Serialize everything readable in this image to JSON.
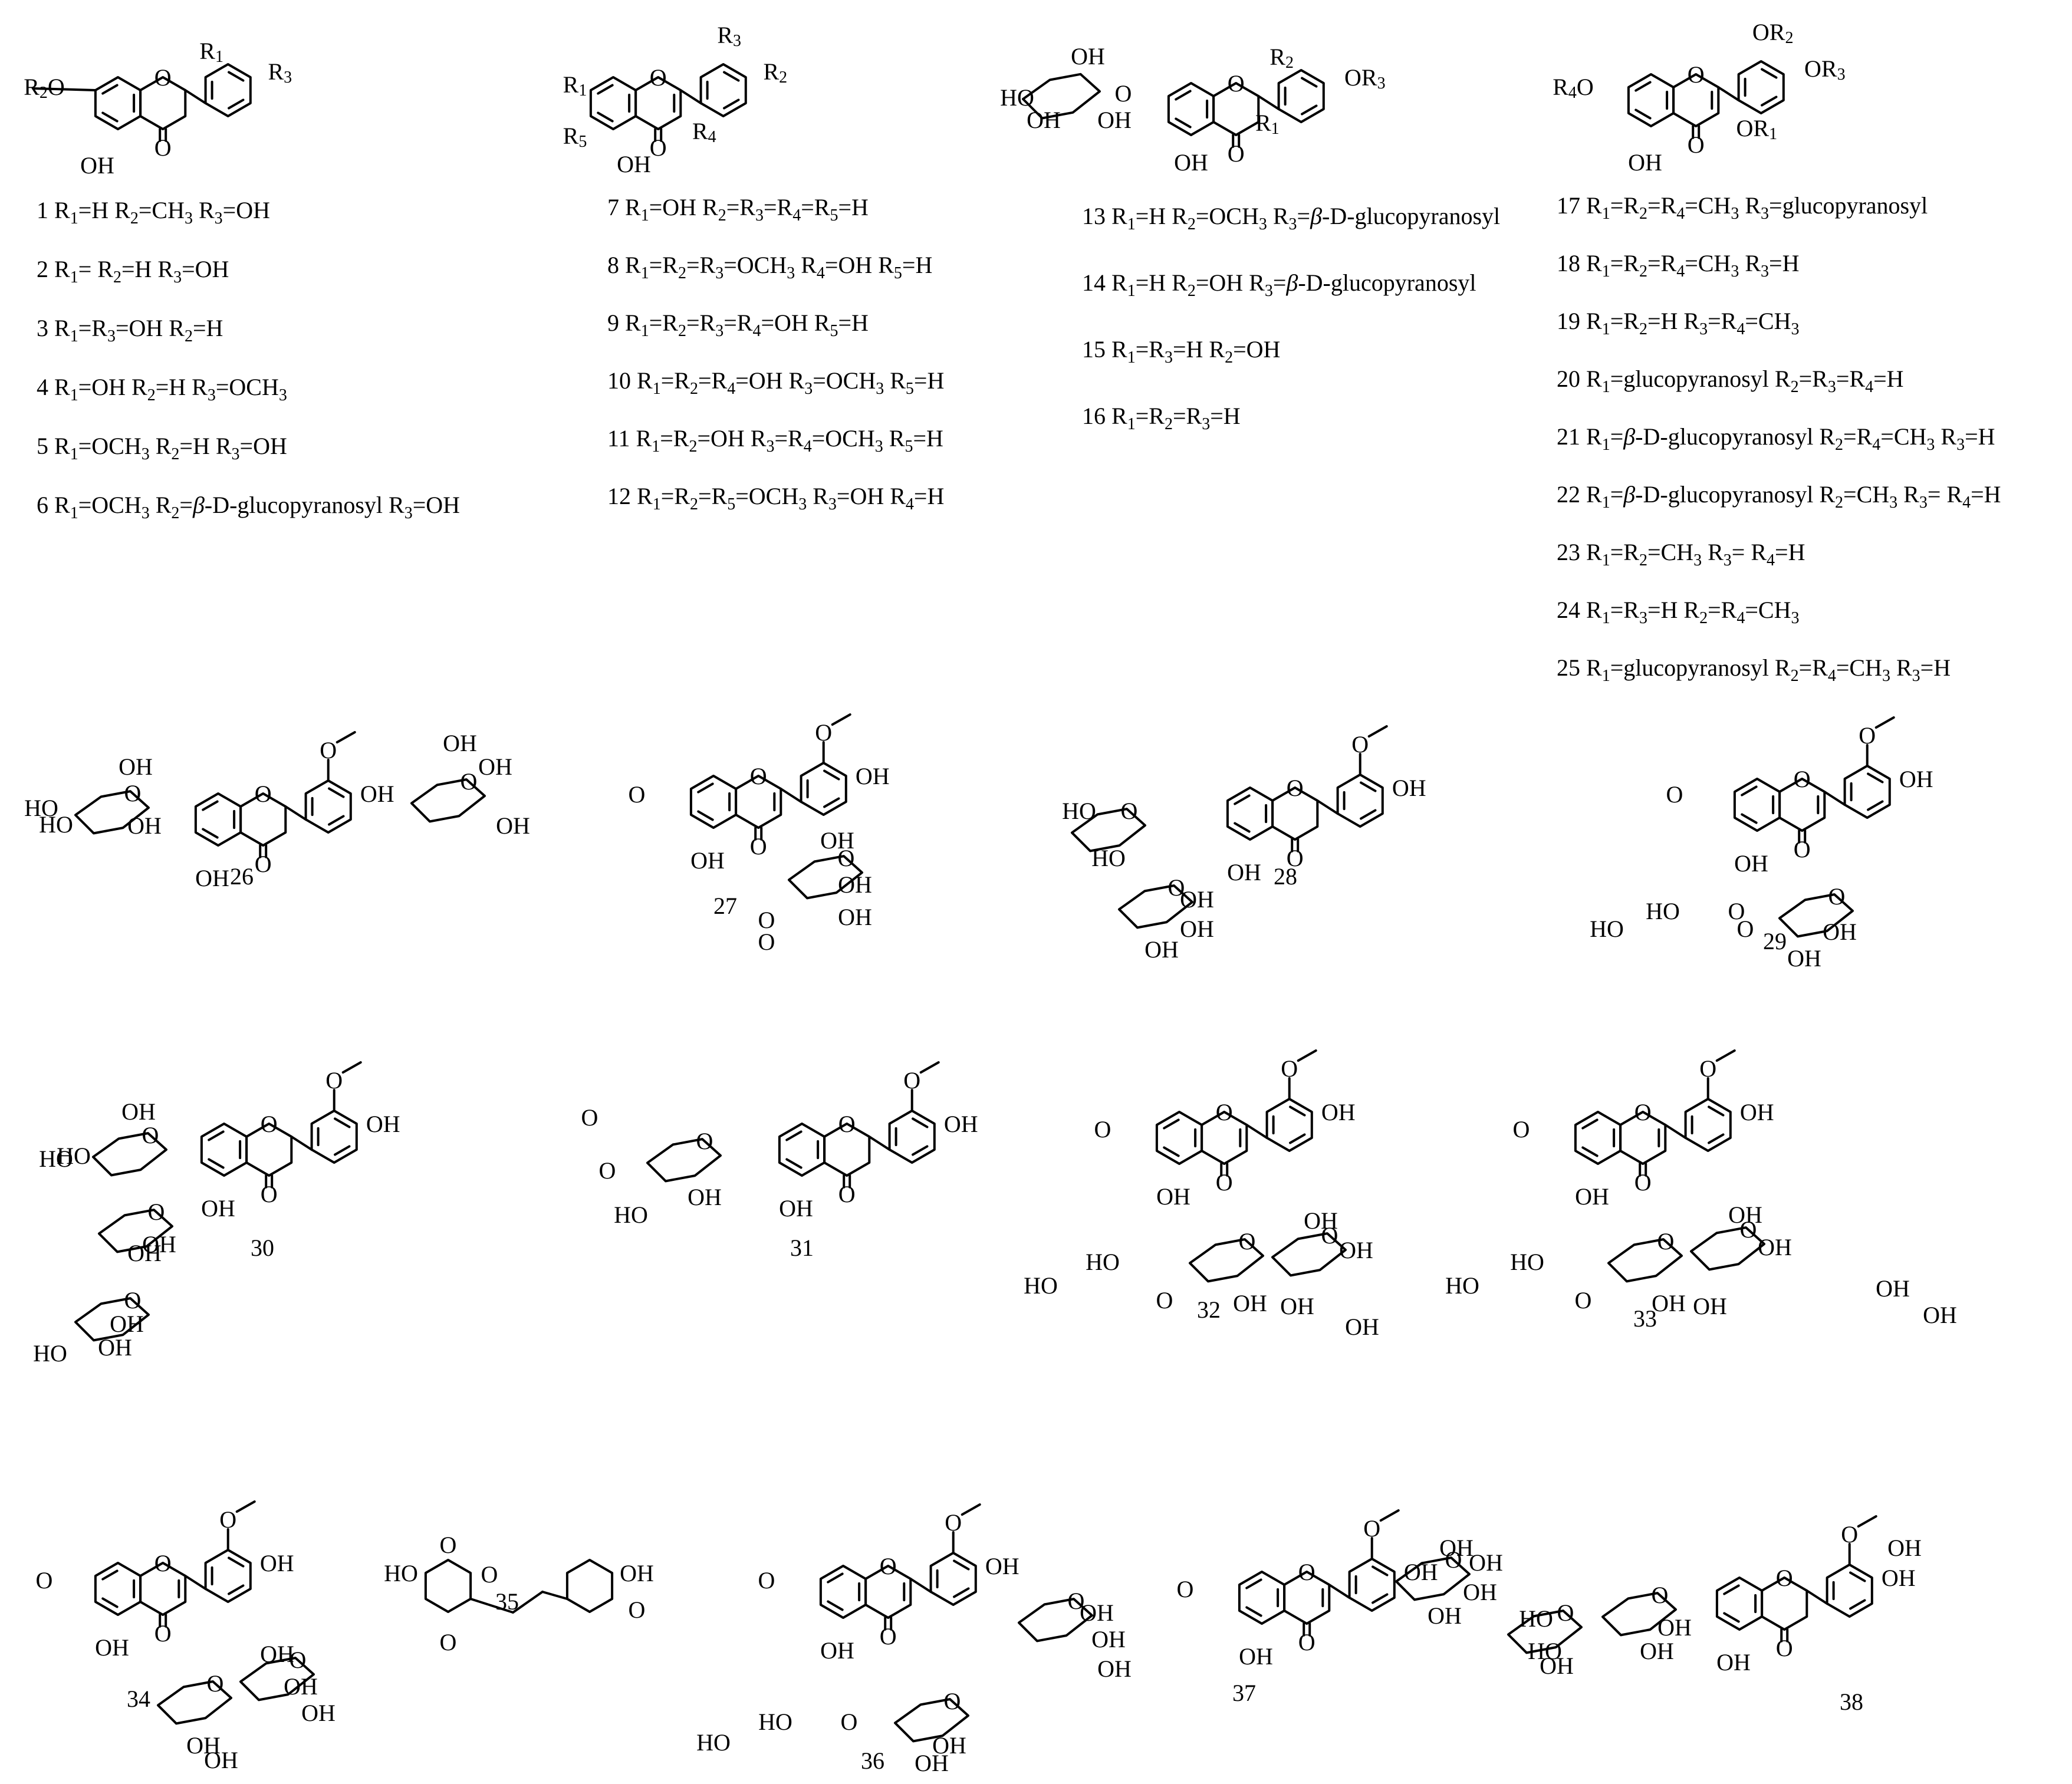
{
  "figure": {
    "scaffolds": [
      {
        "id": "scaffold-a",
        "atoms": {
          "r1": "R1",
          "r3": "R3",
          "r2o": "R2O",
          "o_ring": "O",
          "oh": "OH",
          "o_keto": "O"
        },
        "entries": [
          {
            "number": "1",
            "text": "R1=H  R2=CH3  R3=OH"
          },
          {
            "number": "2",
            "text": "R1= R2=H  R3=OH"
          },
          {
            "number": "3",
            "text": "R1=R3=OH  R2=H"
          },
          {
            "number": "4",
            "text": "R1=OH  R2=H  R3=OCH3"
          },
          {
            "number": "5",
            "text": "R1=OCH3 R2=H  R3=OH"
          },
          {
            "number": "6",
            "text": "R1=OCH3  R2=β-D-glucopyranosyl  R3=OH"
          }
        ]
      },
      {
        "id": "scaffold-b",
        "atoms": {
          "r1": "R1",
          "r2": "R2",
          "r3": "R3",
          "r4": "R4",
          "r5": "R5",
          "o_ring": "O",
          "oh": "OH",
          "o_keto": "O"
        },
        "entries": [
          {
            "number": "7",
            "text": "R1=OH  R2=R3=R4=R5=H"
          },
          {
            "number": "8",
            "text": "R1=R2=R3=OCH3 R4=OH  R5=H"
          },
          {
            "number": "9",
            "text": "R1=R2=R3=R4=OH  R5=H"
          },
          {
            "number": "10",
            "text": "R1=R2=R4=OH  R3=OCH3  R5=H"
          },
          {
            "number": "11",
            "text": "R1=R2=OH   R3=R4=OCH3  R5=H"
          },
          {
            "number": "12",
            "text": "R1=R2=R5=OCH3  R3=OH  R4=H"
          }
        ]
      },
      {
        "id": "scaffold-c",
        "atoms": {
          "r1": "R1",
          "r2": "R2",
          "or3": "OR3",
          "o_ring": "O",
          "oh": "OH",
          "o_keto": "O",
          "sugar_oh": "OH",
          "sugar_ho": "HO"
        },
        "entries": [
          {
            "number": "13",
            "text": "R1=H  R2=OCH3  R3=β-D-glucopyranosyl"
          },
          {
            "number": "14",
            "text": "R1=H  R2=OH  R3=β-D-glucopyranosyl"
          },
          {
            "number": "15",
            "text": "R1=R3=H   R2=OH"
          },
          {
            "number": "16",
            "text": "R1=R2=R3=H"
          }
        ]
      },
      {
        "id": "scaffold-d",
        "atoms": {
          "r4o": "R4O",
          "or1": "OR1",
          "or2": "OR2",
          "or3": "OR3",
          "o_ring": "O",
          "oh": "OH",
          "o_keto": "O"
        },
        "entries": [
          {
            "number": "17",
            "text": "R1=R2=R4=CH3  R3=glucopyranosyl"
          },
          {
            "number": "18",
            "text": "R1=R2=R4=CH3  R3=H"
          },
          {
            "number": "19",
            "text": "R1=R2=H R3=R4=CH3"
          },
          {
            "number": "20",
            "text": "R1=glucopyranosyl  R2=R3=R4=H"
          },
          {
            "number": "21",
            "text": "R1=β-D-glucopyranosyl  R2=R4=CH3  R3=H"
          },
          {
            "number": "22",
            "text": "R1=β-D-glucopyranosyl  R2=CH3  R3= R4=H"
          },
          {
            "number": "23",
            "text": "R1=R2=CH3  R3= R4=H"
          },
          {
            "number": "24",
            "text": "R1=R3=H  R2=R4=CH3"
          },
          {
            "number": "25",
            "text": "R1=glucopyranosyl   R2=R4=CH3   R3=H"
          }
        ]
      }
    ],
    "compounds": [
      "26",
      "27",
      "28",
      "29",
      "30",
      "31",
      "32",
      "33",
      "34",
      "35",
      "36",
      "37",
      "38"
    ],
    "atom_labels": {
      "o": "O",
      "oh": "OH",
      "ho": "HO"
    }
  }
}
